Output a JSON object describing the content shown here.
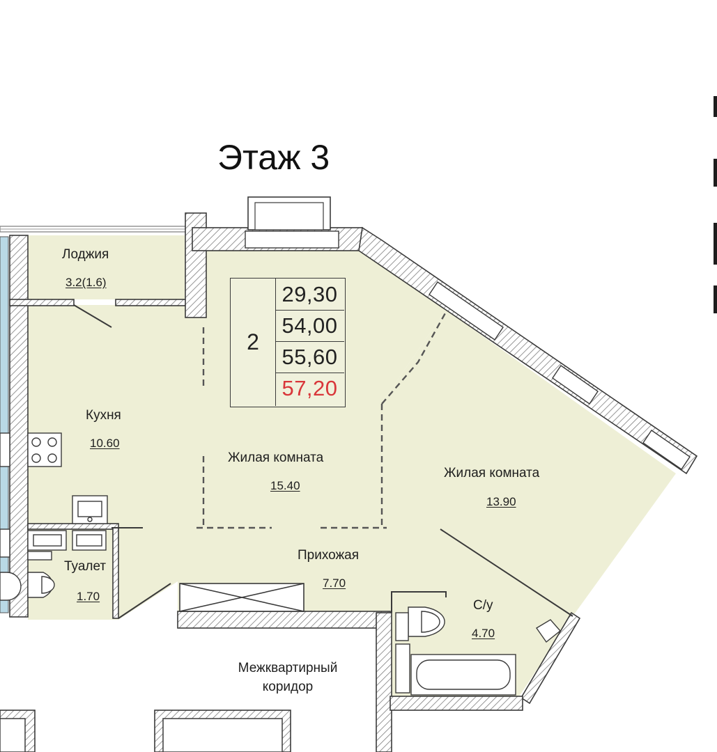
{
  "floor_title": "Этаж 3",
  "unit": {
    "rooms": "2",
    "areas": [
      "29,30",
      "54,00",
      "55,60",
      "57,20"
    ]
  },
  "rooms": {
    "loggia": {
      "name": "Лоджия",
      "area": "3.2(1.6)"
    },
    "kitchen": {
      "name": "Кухня",
      "area": "10.60"
    },
    "living1": {
      "name": "Жилая комната",
      "area": "15.40"
    },
    "living2": {
      "name": "Жилая комната",
      "area": "13.90"
    },
    "hallway": {
      "name": "Прихожая",
      "area": "7.70"
    },
    "toilet": {
      "name": "Туалет",
      "area": "1.70"
    },
    "bathroom": {
      "name": "С/у",
      "area": "4.70"
    },
    "corridor": {
      "name": "Межквартирный коридор"
    }
  },
  "colors": {
    "room_fill": "#eeefd6",
    "wall": "#3a3a3a",
    "hatch": "#8a8a8a",
    "highlight_area": "#d9363a",
    "window_blue": "#b9d9e6"
  }
}
